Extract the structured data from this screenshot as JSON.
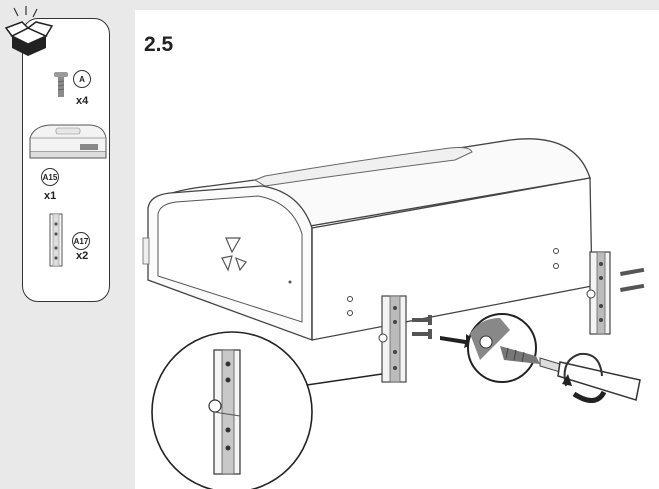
{
  "step": {
    "number": "2.5"
  },
  "parts": [
    {
      "code": "A",
      "quantity": "x4",
      "icon": "screw-icon"
    },
    {
      "code": "A15",
      "quantity": "x1",
      "icon": "dispenser-cover-icon"
    },
    {
      "code": "A17",
      "quantity": "x2",
      "icon": "hinge-bracket-icon"
    }
  ],
  "colors": {
    "background_band": "#e9e9ea",
    "line": "#333333",
    "metal": "#8a8a8a"
  }
}
